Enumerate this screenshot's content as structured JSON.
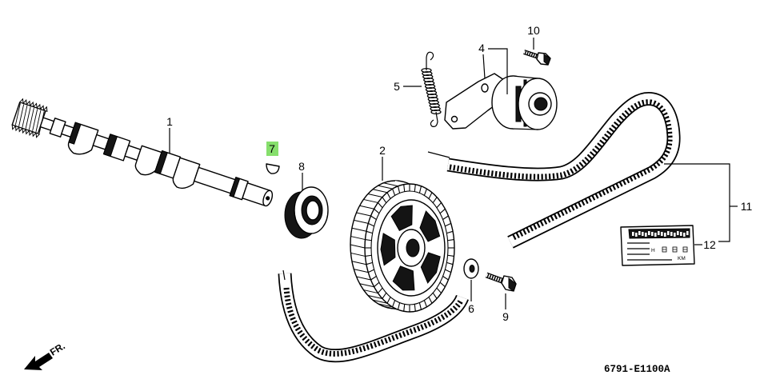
{
  "callouts": {
    "c1": "1",
    "c2": "2",
    "c4": "4",
    "c5": "5",
    "c6": "6",
    "c7": "7",
    "c8": "8",
    "c9": "9",
    "c10": "10",
    "c11": "11",
    "c12": "12"
  },
  "colors": {
    "highlight": "#86df6c",
    "line": "#000000",
    "background": "#ffffff"
  },
  "orientation_label": "FR.",
  "figure_code": "6791-E1100A",
  "sticker": {
    "prefix": "H",
    "unit": "KM"
  }
}
